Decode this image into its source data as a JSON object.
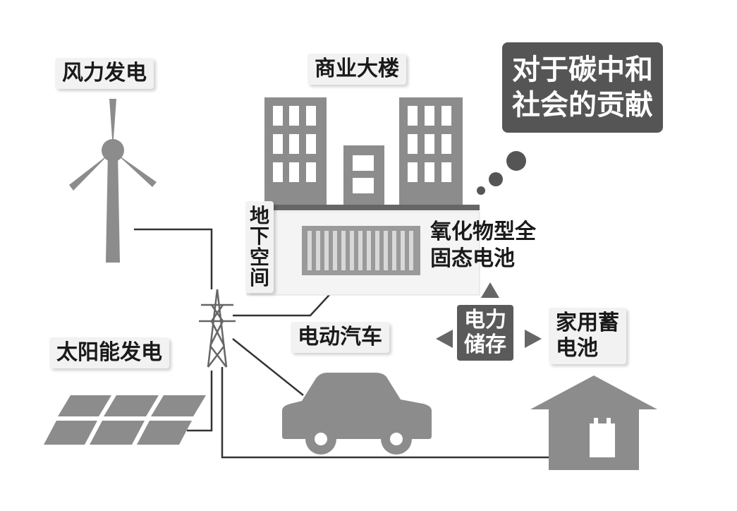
{
  "labels": {
    "wind": "风力发电",
    "building": "商业大楼",
    "underground": [
      "地",
      "下",
      "空",
      "间"
    ],
    "battery_line1": "氧化物型全",
    "battery_line2": "固态电池",
    "solar": "太阳能发电",
    "ev": "电动汽车",
    "storage_line1": "电力",
    "storage_line2": "储存",
    "home_line1": "家用蓄",
    "home_line2": "电池"
  },
  "callout": {
    "line1": "对于碳中和",
    "line2": "社会的贡献"
  },
  "colors": {
    "gray": "#8c8c8c",
    "dark": "#555555",
    "label_bg": "#f2f2f2"
  }
}
